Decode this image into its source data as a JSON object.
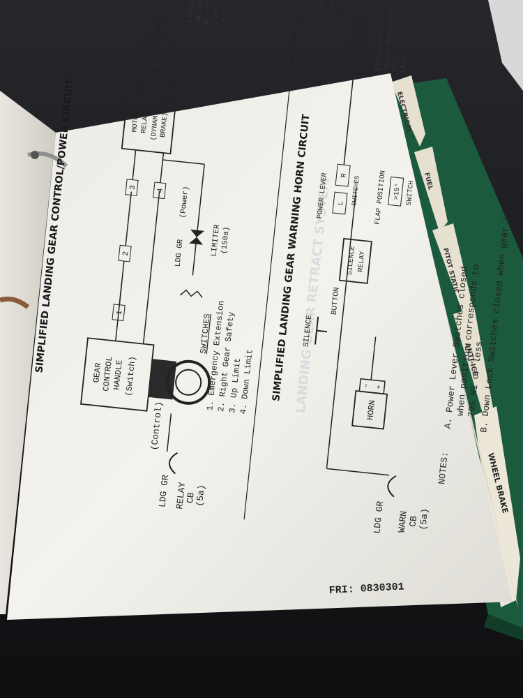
{
  "tabs": {
    "electrical": "ELECTRICAL",
    "fuel": "FUEL",
    "pitot_static": "PITOT STATIC",
    "anti_ice": "ANTI-ICE",
    "wheel_brake": "WHEEL BRAKE"
  },
  "top_diagram": {
    "title": "SIMPLIFIED LANDING GEAR CONTROL/POWER CIRCUIT",
    "relay_cb": [
      "LDG GR",
      "RELAY",
      "CB",
      "(5a)"
    ],
    "control_label": "(Control)",
    "gear_handle": [
      "GEAR",
      "CONTROL",
      "HANDLE",
      "(Switch)"
    ],
    "switch_boxes": [
      "1",
      "2",
      "3",
      "4"
    ],
    "ldg_gr": "LDG GR",
    "power_label": "(Power)",
    "limiter": [
      "LIMITER",
      "(150a)"
    ],
    "motor_relay": [
      "MOTOR",
      "RELAY",
      "(DYNAMIC",
      "BRAKE)"
    ],
    "motor": "MOTOR",
    "up": "UP",
    "dn": "DN",
    "effective": [
      "Effective:",
      "BB-186 and after",
      "BE-17",
      "B-231",
      "LA-1"
    ],
    "switches_heading": "SWITCHES",
    "switches": [
      "1. Emergency Extension",
      "2. Right Gear Safety",
      "3. Up Limit",
      "4. Down Limit"
    ]
  },
  "bottom_diagram": {
    "title": "SIMPLIFIED LANDING GEAR WARNING HORN CIRCUIT",
    "warn_cb": [
      "LDG GR",
      "WARN",
      "CB",
      "(5a)"
    ],
    "horn": "HORN",
    "horn_minus": "−",
    "horn_plus": "+",
    "silence": "SILENCE",
    "button": "BUTTON",
    "silence_relay": [
      "SILENCE",
      "RELAY"
    ],
    "power_lever": "POWER LEVER",
    "lever_switch_l": "L",
    "lever_switch_r": "R",
    "lever_switches": "SWITCHES",
    "flap_position": "FLAP POSITION",
    "flap_switch": ">15°",
    "switch_word": "SWITCH",
    "down_lock": [
      "DOWN",
      "LOCK",
      "SWITCHES"
    ],
    "down_lock_boxes": [
      "L",
      "N",
      "R"
    ],
    "effective": [
      "Effective:",
      "BB-453 and after",
      "BE-1",
      "LA-1"
    ],
    "notes_label": "NOTES:",
    "note_a": [
      "A. Power Lever Switches closed",
      "when position corresponds to",
      "79% N1 or less."
    ],
    "note_b": "B. Down Lock Switches closed when gear is NOT down."
  },
  "watermark": "LANDING GEAR RETRACT SYSTEM",
  "fri": "FRI: 0830301"
}
